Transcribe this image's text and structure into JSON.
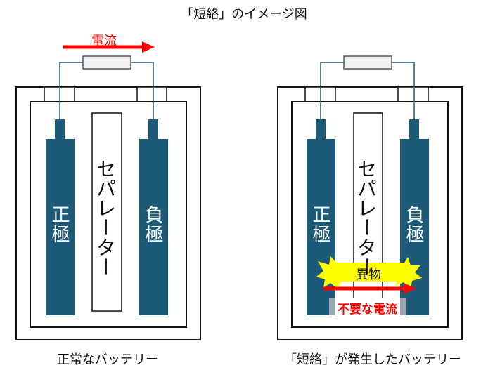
{
  "title": "「短絡」のイメージ図",
  "left": {
    "current_label": "電流",
    "positive": "正極",
    "negative": "負極",
    "separator": "セパレーター",
    "caption": "正常なバッテリー"
  },
  "right": {
    "positive": "正極",
    "negative": "負極",
    "separator": "セパレーター",
    "foreign": "異物",
    "bad_current": "不要な電流",
    "caption": "「短絡」が発生したバッテリー"
  },
  "colors": {
    "electrode": "#1c5a78",
    "arrow": "#ff0000",
    "spark": "#ffff00",
    "resistor_fill": "#f2f2f2",
    "wire": "#1c5a78"
  }
}
